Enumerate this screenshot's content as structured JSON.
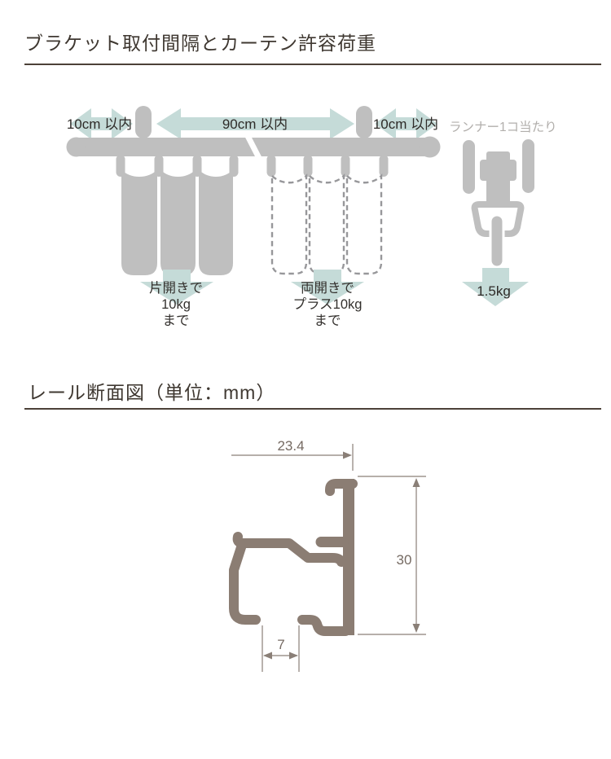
{
  "section1": {
    "title": "ブラケット取付間隔とカーテン許容荷重",
    "spacing_left": "10cm 以内",
    "spacing_center": "90cm 以内",
    "spacing_right": "10cm 以内",
    "runner_caption": "ランナー1コ当たり",
    "runner_load": "1.5kg",
    "single_open_label": {
      "line1": "片開きで",
      "line2": "10kg",
      "line3": "まで"
    },
    "double_open_label": {
      "line1": "両開きで",
      "line2": "プラス10kg",
      "line3": "まで"
    }
  },
  "section2": {
    "title": "レール断面図（単位：mm）",
    "dim_width": "23.4",
    "dim_height": "30",
    "dim_slot": "7"
  },
  "colors": {
    "accent_teal": "#c5dbd8",
    "illustration_gray": "#bfbfbf",
    "dashed_gray": "#97979a",
    "profile_taupe": "#8b7d73",
    "dimension_line": "#8a7f77",
    "heading_text": "#3f3831",
    "muted_text": "#b2afac"
  }
}
